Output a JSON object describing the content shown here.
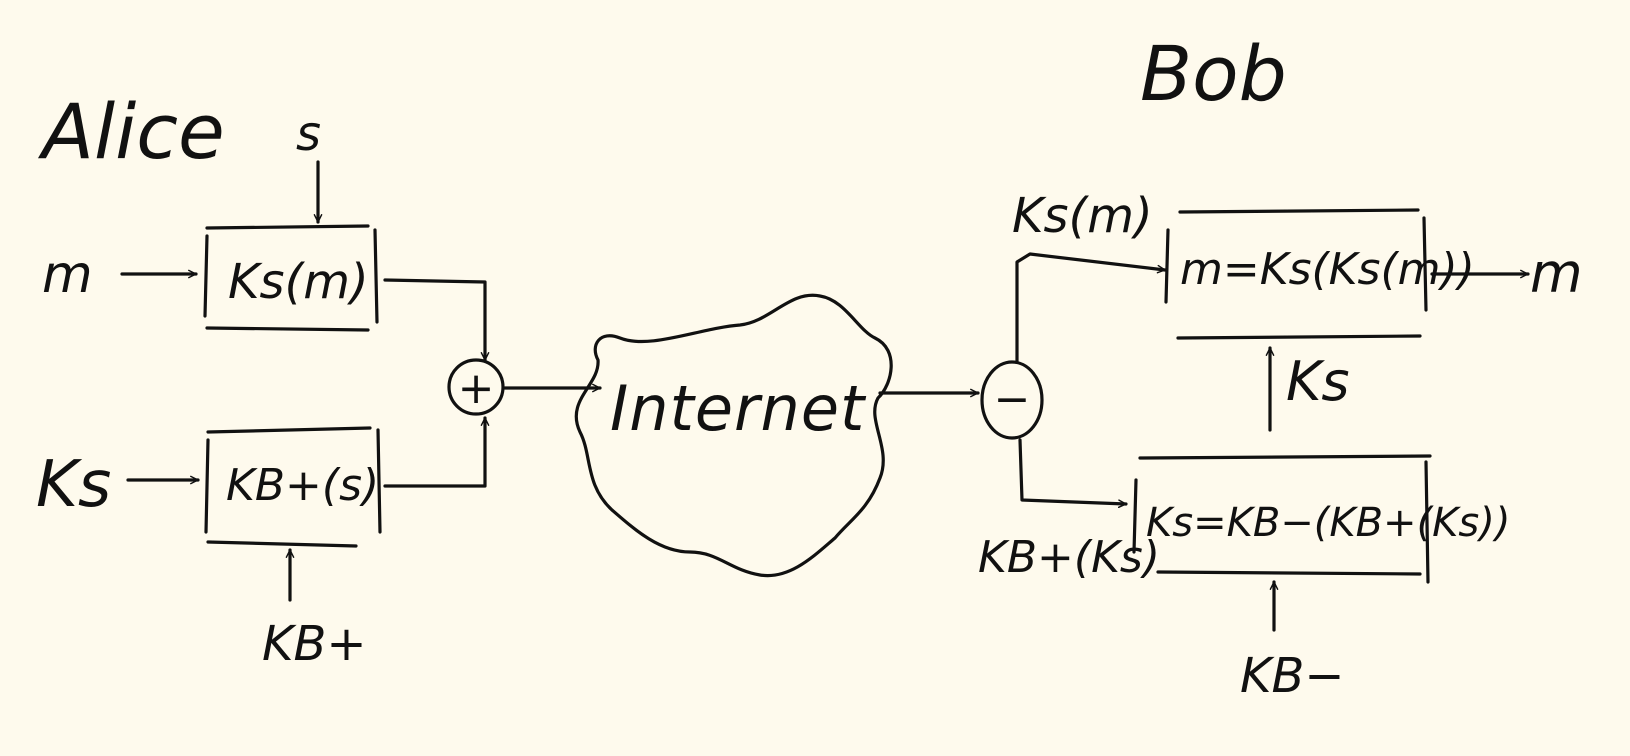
{
  "alice": {
    "name": "Alice",
    "session_key_input": "s",
    "message_input": "m",
    "key_input": "Ks",
    "public_key_input": "KB+",
    "encrypt_message_box": "Ks(m)",
    "encrypt_key_box": "KB+(s)",
    "combine_symbol": "+"
  },
  "network": {
    "label": "Internet"
  },
  "bob": {
    "name": "Bob",
    "split_symbol": "−",
    "upper_branch_label": "Ks(m)",
    "lower_branch_label": "KB+(Ks)",
    "decrypt_message_box": "m=Ks(Ks(m))",
    "decrypt_key_box": "Ks=KB−(KB+(Ks))",
    "recovered_key_label": "Ks",
    "private_key_input": "KB−",
    "output_message": "m"
  },
  "colors": {
    "background": "#FEFAED",
    "ink": "#111111"
  }
}
